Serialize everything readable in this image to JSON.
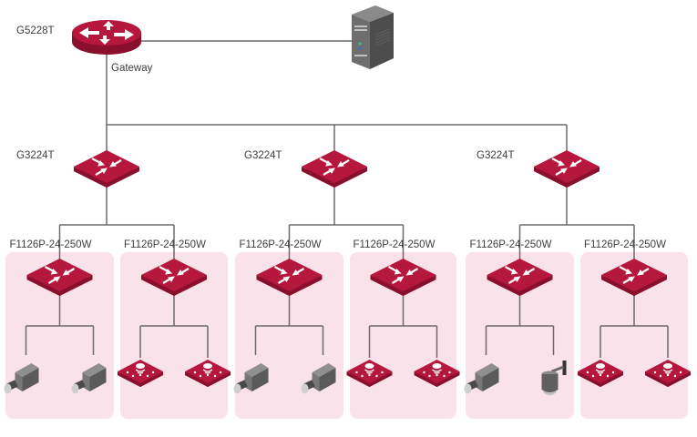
{
  "diagram": {
    "type": "network-topology",
    "colors": {
      "device_red": "#b5173d",
      "zone_pink": "#fae2ea",
      "link_gray": "#6b6b6b",
      "label_text": "#3d3d3d"
    },
    "core": {
      "router_label": "G5228T",
      "role_label": "Gateway",
      "router_icon": "router-icon",
      "server_icon": "server-tower-icon"
    },
    "aggregation": [
      {
        "label": "G3224T",
        "icon": "switch-icon",
        "access": [
          {
            "label": "F1126P-24-250W",
            "icon": "poe-switch-icon",
            "endpoints": [
              "bullet-camera",
              "bullet-camera"
            ]
          },
          {
            "label": "F1126P-24-250W",
            "icon": "poe-switch-icon",
            "endpoints": [
              "wireless-access-point",
              "wireless-access-point"
            ]
          }
        ]
      },
      {
        "label": "G3224T",
        "icon": "switch-icon",
        "access": [
          {
            "label": "F1126P-24-250W",
            "icon": "poe-switch-icon",
            "endpoints": [
              "bullet-camera",
              "bullet-camera"
            ]
          },
          {
            "label": "F1126P-24-250W",
            "icon": "poe-switch-icon",
            "endpoints": [
              "wireless-access-point",
              "wireless-access-point"
            ]
          }
        ]
      },
      {
        "label": "G3224T",
        "icon": "switch-icon",
        "access": [
          {
            "label": "F1126P-24-250W",
            "icon": "poe-switch-icon",
            "endpoints": [
              "bullet-camera",
              "dome-camera"
            ]
          },
          {
            "label": "F1126P-24-250W",
            "icon": "poe-switch-icon",
            "endpoints": [
              "wireless-access-point",
              "wireless-access-point"
            ]
          }
        ]
      }
    ]
  }
}
